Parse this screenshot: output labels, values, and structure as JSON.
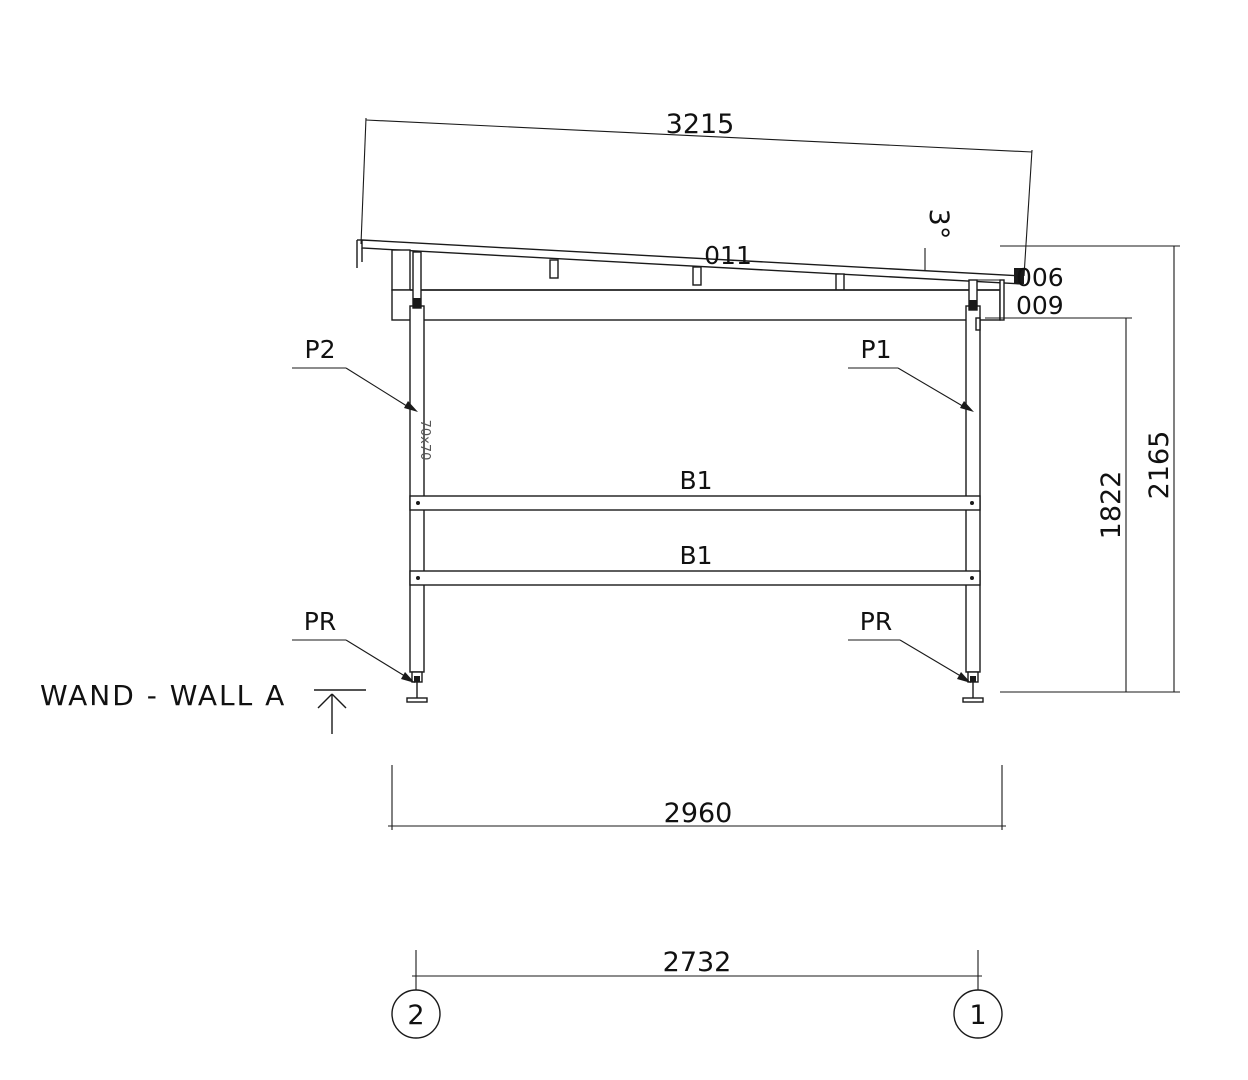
{
  "dimensions": {
    "roof_length": "3215",
    "angle": "3°",
    "total_height": "2165",
    "beam_height": "1822",
    "overall_width": "2960",
    "axis_spacing": "2732"
  },
  "parts": {
    "roof": "011",
    "part_006": "006",
    "part_009": "009",
    "post_right": "P1",
    "post_left": "P2",
    "beam_upper": "B1",
    "beam_lower": "B1",
    "foot_left": "PR",
    "foot_right": "PR",
    "post_section": "70x70"
  },
  "wall_label": "WAND - WALL A",
  "axes": {
    "left": "2",
    "right": "1"
  }
}
